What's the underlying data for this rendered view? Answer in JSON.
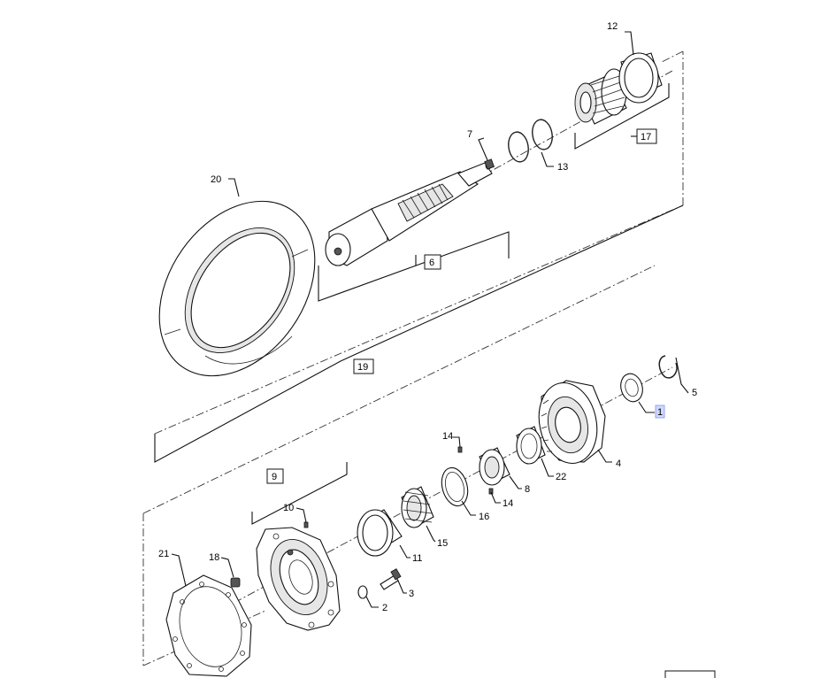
{
  "callouts": {
    "c1": "1",
    "c2": "2",
    "c3": "3",
    "c4": "4",
    "c5": "5",
    "c6": "6",
    "c7": "7",
    "c8": "8",
    "c9": "9",
    "c10": "10",
    "c11": "11",
    "c12": "12",
    "c13": "13",
    "c14a": "14",
    "c14b": "14",
    "c15": "15",
    "c16": "16",
    "c17": "17",
    "c18": "18",
    "c19": "19",
    "c20": "20",
    "c21": "21",
    "c22": "22"
  },
  "highlighted_callout": "1",
  "colors": {
    "line": "#111111",
    "highlight": "#cfd8ff",
    "highlight_border": "#7f93e8"
  }
}
